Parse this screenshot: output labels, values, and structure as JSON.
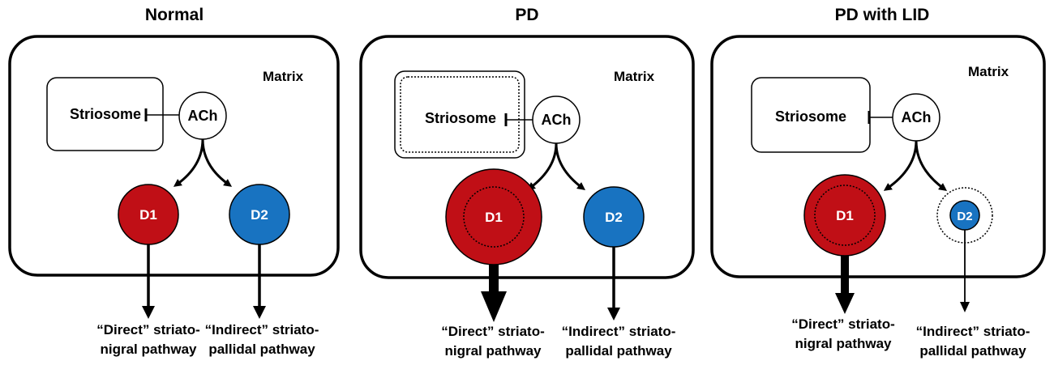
{
  "colors": {
    "d1": "#c00f16",
    "d2": "#1873c1",
    "stroke": "#000000"
  },
  "panels": [
    {
      "title": "Normal",
      "matrix_label": "Matrix",
      "striosome_label": "Striosome",
      "ach_label": "ACh",
      "d1_label": "D1",
      "d2_label": "D2",
      "direct_pathway": [
        "“Direct” striato-",
        "nigral pathway"
      ],
      "indirect_pathway": [
        "“Indirect” striato-",
        "pallidal pathway"
      ]
    },
    {
      "title": "PD",
      "matrix_label": "Matrix",
      "striosome_label": "Striosome",
      "ach_label": "ACh",
      "d1_label": "D1",
      "d2_label": "D2",
      "direct_pathway": [
        "“Direct” striato-",
        "nigral pathway"
      ],
      "indirect_pathway": [
        "“Indirect” striato-",
        "pallidal pathway"
      ]
    },
    {
      "title": "PD with LID",
      "matrix_label": "Matrix",
      "striosome_label": "Striosome",
      "ach_label": "ACh",
      "d1_label": "D1",
      "d2_label": "D2",
      "direct_pathway": [
        "“Direct” striato-",
        "nigral pathway"
      ],
      "indirect_pathway": [
        "“Indirect” striato-",
        "pallidal pathway"
      ]
    }
  ]
}
